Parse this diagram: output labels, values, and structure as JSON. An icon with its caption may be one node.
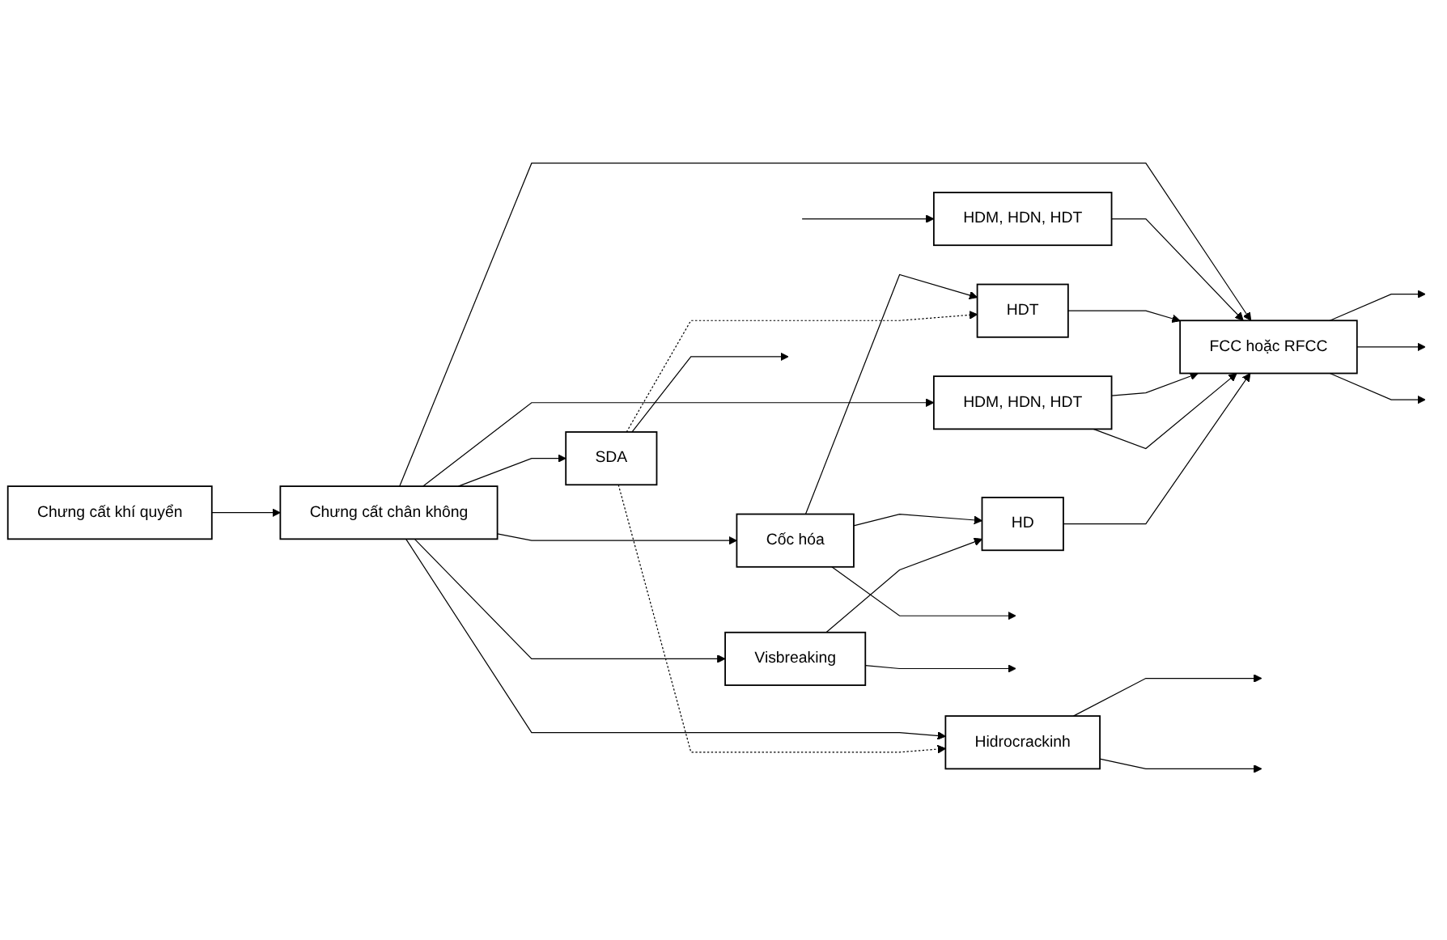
{
  "diagram": {
    "nodes": [
      {
        "text": [
          "Chưng cất khí quyển"
        ]
      },
      {
        "text": [
          "Hidrocrackinh"
        ]
      },
      {
        "text": [
          "Chưng cất chân không"
        ]
      },
      {
        "text": [
          "HDM, HDN, HDT"
        ]
      },
      {
        "text": [
          "HDT"
        ]
      },
      {
        "text": [
          "FCC hoặc RFCC"
        ]
      },
      {
        "text": [
          "HDM, HDN, HDT"
        ]
      },
      {
        "text": [
          "HD"
        ]
      },
      {
        "text": [
          "Cốc hóa"
        ]
      },
      {
        "text": [
          "SDA"
        ]
      },
      {
        "text": [
          "Visbreaking"
        ]
      }
    ],
    "edges": [
      {
        "from": 0,
        "to": 2,
        "arrow": "to"
      },
      {
        "from": null,
        "to": 3,
        "arrow": "to"
      },
      {
        "from": 2,
        "to": 1,
        "arrow": "to"
      },
      {
        "from": 2,
        "to": 5,
        "arrow": "to"
      },
      {
        "from": 2,
        "to": 6,
        "arrow": "to"
      },
      {
        "from": 2,
        "to": 8,
        "arrow": "to"
      },
      {
        "from": 2,
        "to": 9,
        "arrow": "to"
      },
      {
        "from": 2,
        "to": 10,
        "arrow": "to"
      },
      {
        "from": 3,
        "to": 5,
        "arrow": "to"
      },
      {
        "from": 4,
        "to": 5,
        "arrow": "to"
      },
      {
        "from": 6,
        "to": 5,
        "arrow": "to"
      },
      {
        "from": 6,
        "to": 5,
        "arrow": "to"
      },
      {
        "from": 7,
        "to": 5,
        "arrow": "to"
      },
      {
        "from": 8,
        "to": 7,
        "arrow": "to"
      },
      {
        "from": 10,
        "to": 7,
        "arrow": "to"
      },
      {
        "from": 8,
        "to": 4,
        "arrow": "to"
      },
      {
        "from": 9,
        "to": 4,
        "arrow": "to",
        "style": "dashed"
      },
      {
        "from": 9,
        "to": 1,
        "arrow": "to",
        "style": "dashed"
      },
      {
        "from": 1,
        "to": null,
        "arrow": "to"
      },
      {
        "from": 1,
        "to": null,
        "arrow": "to"
      },
      {
        "from": 5,
        "to": null,
        "arrow": "to"
      },
      {
        "from": 5,
        "to": null,
        "arrow": "to"
      },
      {
        "from": 5,
        "to": null,
        "arrow": "to"
      },
      {
        "from": 8,
        "to": null,
        "arrow": "to"
      },
      {
        "from": 9,
        "to": null,
        "arrow": "to"
      },
      {
        "from": 10,
        "to": null,
        "arrow": "to"
      }
    ]
  }
}
